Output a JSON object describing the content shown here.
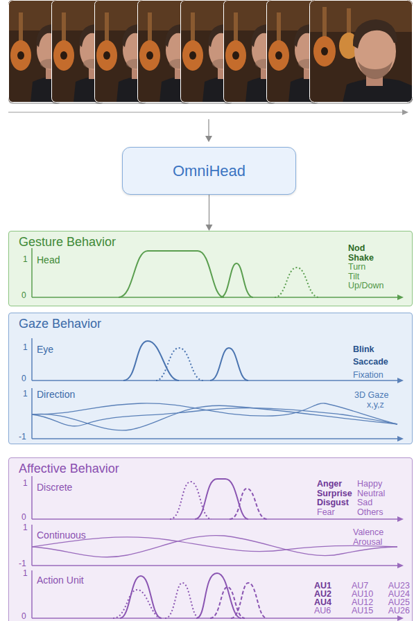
{
  "diagram": {
    "nodes": [
      {
        "text": [
          "OmniHead"
        ]
      },
      {
        "text": [
          "Gesture Behavior",
          "1",
          "Head",
          "0",
          "Nod",
          "Shake",
          "Turn",
          "Tilt",
          "Up/Down"
        ]
      },
      {
        "text": [
          "Gaze Behavior",
          "1",
          "Eye",
          "0",
          "Blink",
          "Saccade",
          "Fixation",
          "1",
          "Direction",
          "-1",
          "3D Gaze",
          "x,y,z"
        ]
      },
      {
        "text": [
          "Affective Behavior",
          "1",
          "Discrete",
          "0",
          "Anger",
          "Surprise",
          "Disgust",
          "Fear",
          "Happy",
          "Neutral",
          "Sad",
          "Others",
          "1",
          "Continuous",
          "-1",
          "Valence",
          "Arousal",
          "1",
          "Action Unit",
          "0",
          "AU1",
          "AU2",
          "AU4",
          "AU6",
          "AU7",
          "AU10",
          "AU12",
          "AU15",
          "AU23",
          "AU24",
          "AU25",
          "AU26"
        ]
      }
    ],
    "edges": [
      {
        "from": 0,
        "to": 1,
        "arrow": "to"
      }
    ]
  }
}
